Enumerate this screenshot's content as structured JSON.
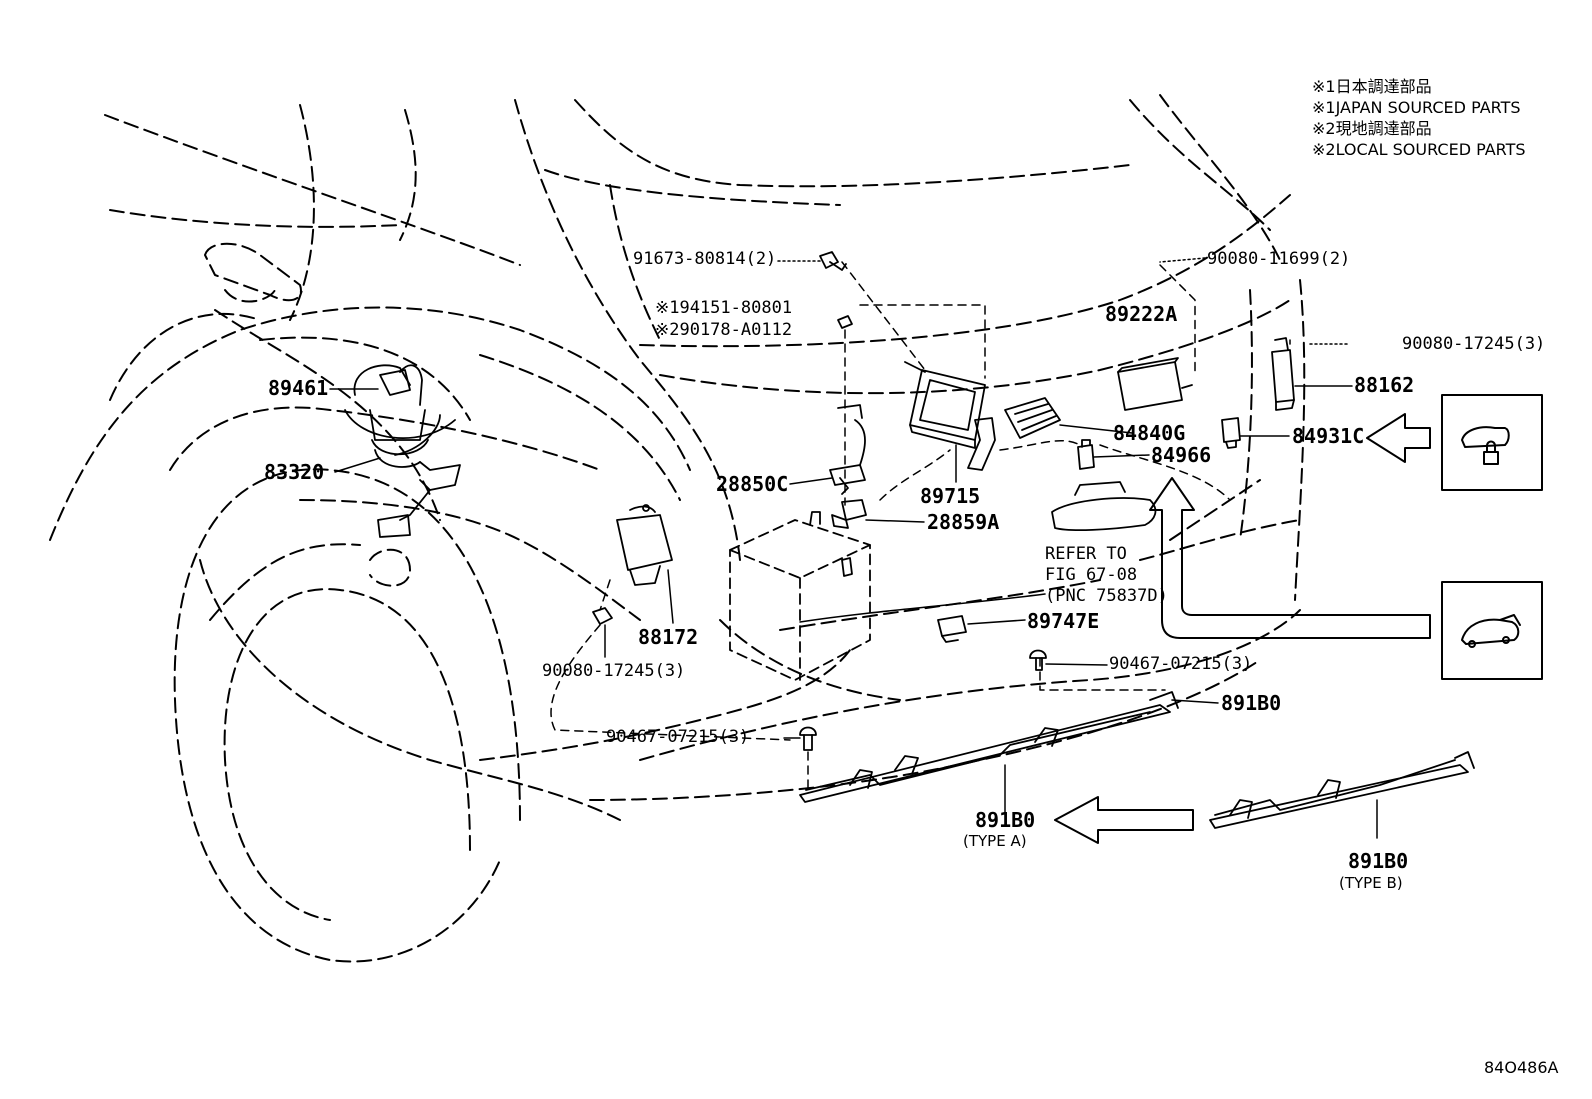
{
  "notes": [
    "※1日本調達部品",
    "※1JAPAN SOURCED PARTS",
    "※2現地調達部品",
    "※2LOCAL SOURCED PARTS"
  ],
  "figure_id": "84O486A",
  "labels": {
    "p91673": "91673-80814(2)",
    "p94151": "※194151-80801",
    "p90178": "※290178-A0112",
    "p90080_11699": "90080-11699(2)",
    "p89222A": "89222A",
    "p90080_17245_r": "90080-17245(3)",
    "p88162": "88162",
    "p89461": "89461",
    "p83320": "83320",
    "p28850C": "28850C",
    "p89715": "89715",
    "p84840G": "84840G",
    "p84966": "84966",
    "p84931C": "84931C",
    "p28859A": "28859A",
    "refer1": "REFER TO",
    "refer2": "FIG 67-08",
    "refer3": "(PNC 75837D)",
    "p89747E": "89747E",
    "p88172": "88172",
    "p90080_17245_l": "90080-17245(3)",
    "p90467_r": "90467-07215(3)",
    "p891B0_top": "891B0",
    "p90467_l": "90467-07215(3)",
    "p891B0_a": "891B0",
    "typeA": "(TYPE A)",
    "p891B0_b": "891B0",
    "typeB": "(TYPE B)"
  }
}
